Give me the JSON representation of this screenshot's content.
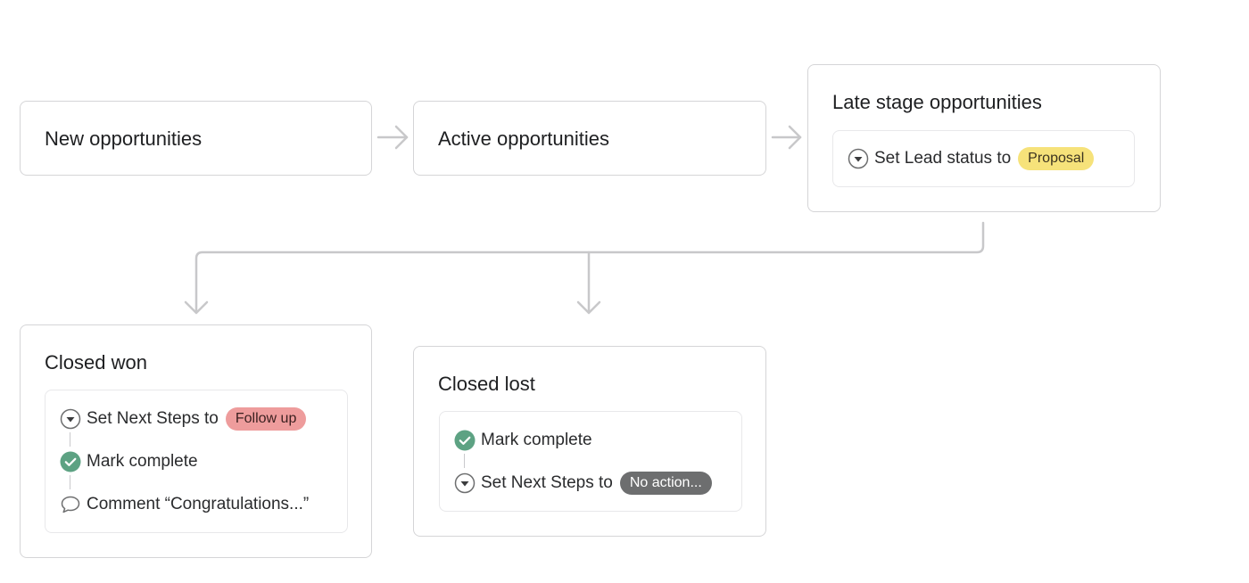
{
  "stages": {
    "new": {
      "title": "New opportunities"
    },
    "active": {
      "title": "Active opportunities"
    },
    "late": {
      "title": "Late stage opportunities",
      "rule": {
        "text": "Set Lead status to",
        "pill": "Proposal",
        "icon": "dropdown-circle-icon"
      }
    },
    "won": {
      "title": "Closed won",
      "rules": [
        {
          "text": "Set Next Steps to",
          "pill": "Follow up",
          "icon": "dropdown-circle-icon"
        },
        {
          "text": "Mark complete",
          "icon": "check-circle-icon"
        },
        {
          "text": "Comment “Congratulations...”",
          "icon": "comment-bubble-icon"
        }
      ]
    },
    "lost": {
      "title": "Closed lost",
      "rules": [
        {
          "text": "Mark complete",
          "icon": "check-circle-icon"
        },
        {
          "text": "Set Next Steps to",
          "pill": "No action...",
          "icon": "dropdown-circle-icon"
        }
      ]
    }
  },
  "colors": {
    "border": "#d5d5d7",
    "connector": "#c8c8ca",
    "check": "#5da283",
    "proposal_pill": "#f6e27a",
    "follow_up_pill": "#ee9c9c",
    "no_action_pill": "#6d6e6f"
  }
}
